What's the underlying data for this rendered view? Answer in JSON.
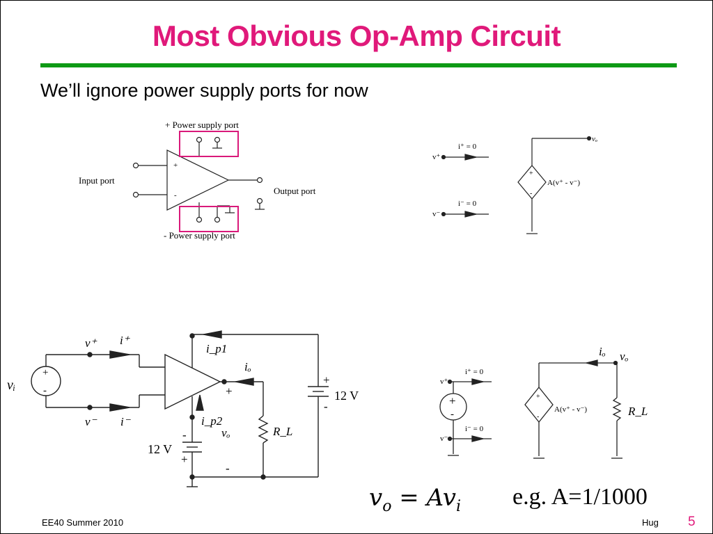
{
  "slide": {
    "title": "Most Obvious Op-Amp Circuit",
    "bullet": "We’ll ignore power supply ports for now",
    "footer_left": "EE40 Summer 2010",
    "footer_author": "Hug",
    "page_number": "5",
    "equation_lhs": "v",
    "equation_lhs_sub": "o",
    "equation_mid": " = Av",
    "equation_rhs_sub": "i",
    "example": "e.g. A=1/1000"
  },
  "fig1": {
    "plus_supply": "+ Power supply port",
    "input_port": "Input port",
    "output_port": "Output port",
    "minus_supply": "- Power supply port",
    "plus_sign": "+",
    "minus_sign": "-"
  },
  "fig2": {
    "v_plus": "v⁺",
    "i_plus": "i⁺ = 0",
    "v_minus": "v⁻",
    "i_minus": "i⁻ = 0",
    "vo": "vₒ",
    "gain": "A(v⁺ - v⁻)",
    "src_plus": "+",
    "src_minus": "-"
  },
  "fig3": {
    "vi": "vᵢ",
    "v_plus": "v⁺",
    "i_plus": "i⁺",
    "v_minus": "v⁻",
    "i_minus": "i⁻",
    "ip1": "i_p1",
    "ip2": "i_p2",
    "io": "iₒ",
    "vo": "vₒ",
    "rl": "R_L",
    "supply1": "12 V",
    "supply2": "12 V",
    "plus": "+",
    "minus": "-"
  },
  "fig4": {
    "v_plus": "v⁺",
    "i_plus": "i⁺ = 0",
    "v_minus": "v⁻",
    "i_minus": "i⁻ = 0",
    "io": "iₒ",
    "vo": "vₒ",
    "gain": "A(v⁺ - v⁻)",
    "rl": "R_L",
    "plus": "+",
    "minus": "-"
  },
  "colors": {
    "title": "#e0197a",
    "rule": "#0e9a15",
    "highlight_box": "#d9197a"
  }
}
